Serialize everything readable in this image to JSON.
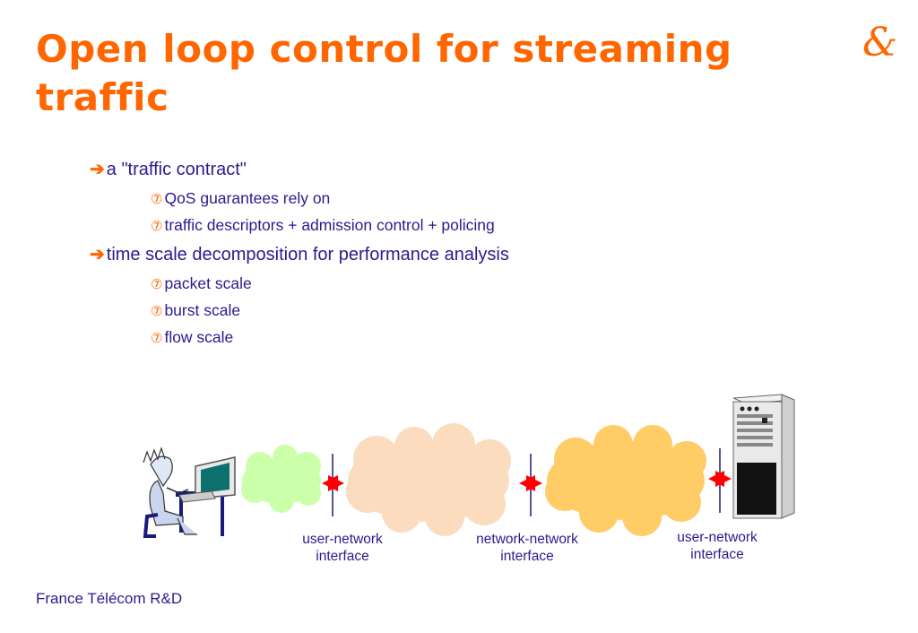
{
  "slide": {
    "title": "Open loop control for streaming traffic",
    "bullets": [
      {
        "marker": "➔",
        "text": "a \"traffic contract\"",
        "children": [
          {
            "marker": "⑦",
            "text": "QoS guarantees rely on"
          },
          {
            "marker": "⑦",
            "text": "traffic descriptors + admission control + policing"
          }
        ]
      },
      {
        "marker": "➔",
        "text": "time scale decomposition for performance analysis",
        "children": [
          {
            "marker": "⑦",
            "text": "packet scale"
          },
          {
            "marker": "⑦",
            "text": "burst scale"
          },
          {
            "marker": "⑦",
            "text": "flow scale"
          }
        ]
      }
    ]
  },
  "diagram": {
    "labels": {
      "uni_left_1": "user-network",
      "uni_left_2": "interface",
      "nni_1": "network-network",
      "nni_2": "interface",
      "uni_right_1": "user-network",
      "uni_right_2": "interface"
    },
    "icons": [
      "user-at-computer-icon",
      "access-cloud-icon",
      "network-cloud-icon",
      "server-icon",
      "double-arrow-icon"
    ]
  },
  "footer": {
    "text": "France Télécom R&D"
  },
  "colors": {
    "title": "#ff6600",
    "body_text": "#2b1b8c",
    "arrow": "#ff0000",
    "cloud_green": "#ccffaa",
    "cloud_peach": "#fbdcbf",
    "cloud_orange": "#ffcc66"
  }
}
